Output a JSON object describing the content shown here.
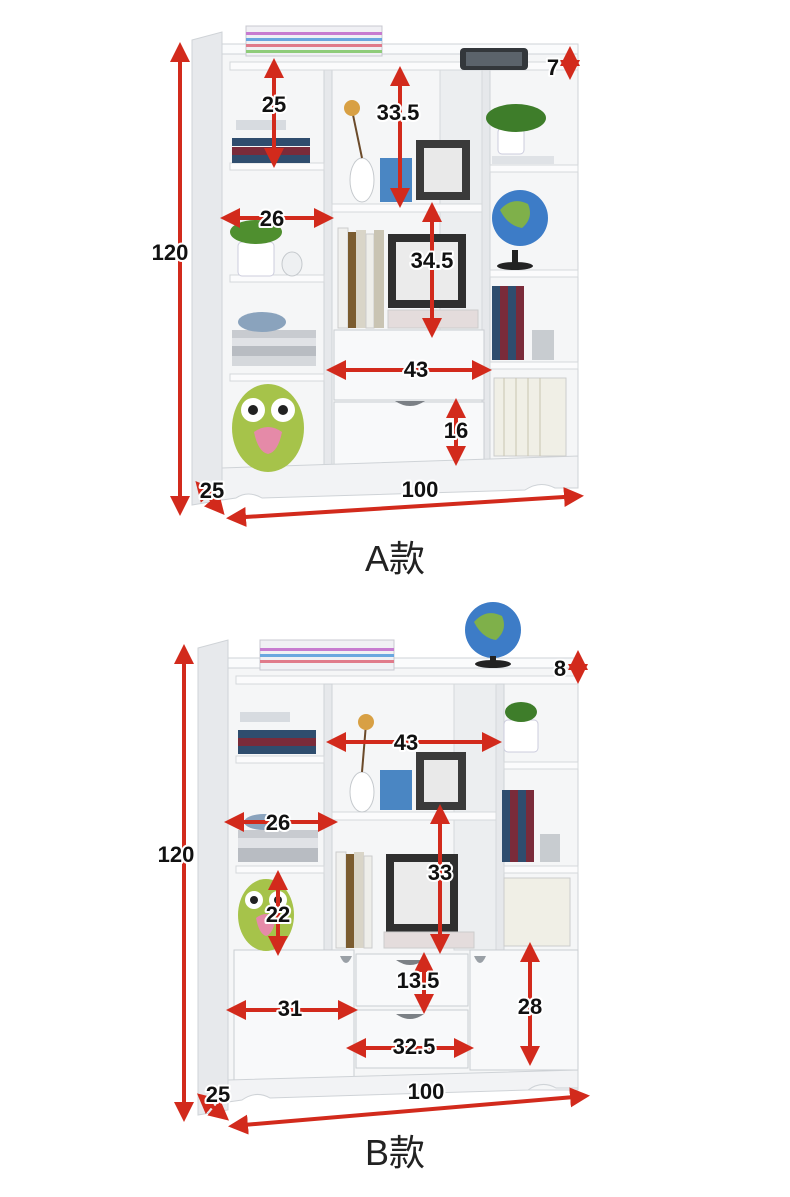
{
  "colors": {
    "dimension_line": "#d22a1c",
    "shelf_panel": "#f4f5f6",
    "shelf_shade": "#dcdfe2",
    "background": "#ffffff"
  },
  "variant_a": {
    "label": "A款",
    "dims": {
      "height": "120",
      "depth": "25",
      "width": "100",
      "top_gap": "7",
      "left_upper_shelf": "25",
      "center_upper": "33.5",
      "left_compartment_width": "26",
      "center_middle": "34.5",
      "drawer_width": "43",
      "drawer_height": "16"
    }
  },
  "variant_b": {
    "label": "B款",
    "dims": {
      "height": "120",
      "depth": "25",
      "width": "100",
      "top_gap": "8",
      "center_width": "43",
      "left_compartment_width": "26",
      "center_middle": "33",
      "left_lower": "22",
      "drawer_height": "13.5",
      "door_left_width": "31",
      "door_right_height": "28",
      "drawer_width": "32.5"
    }
  }
}
